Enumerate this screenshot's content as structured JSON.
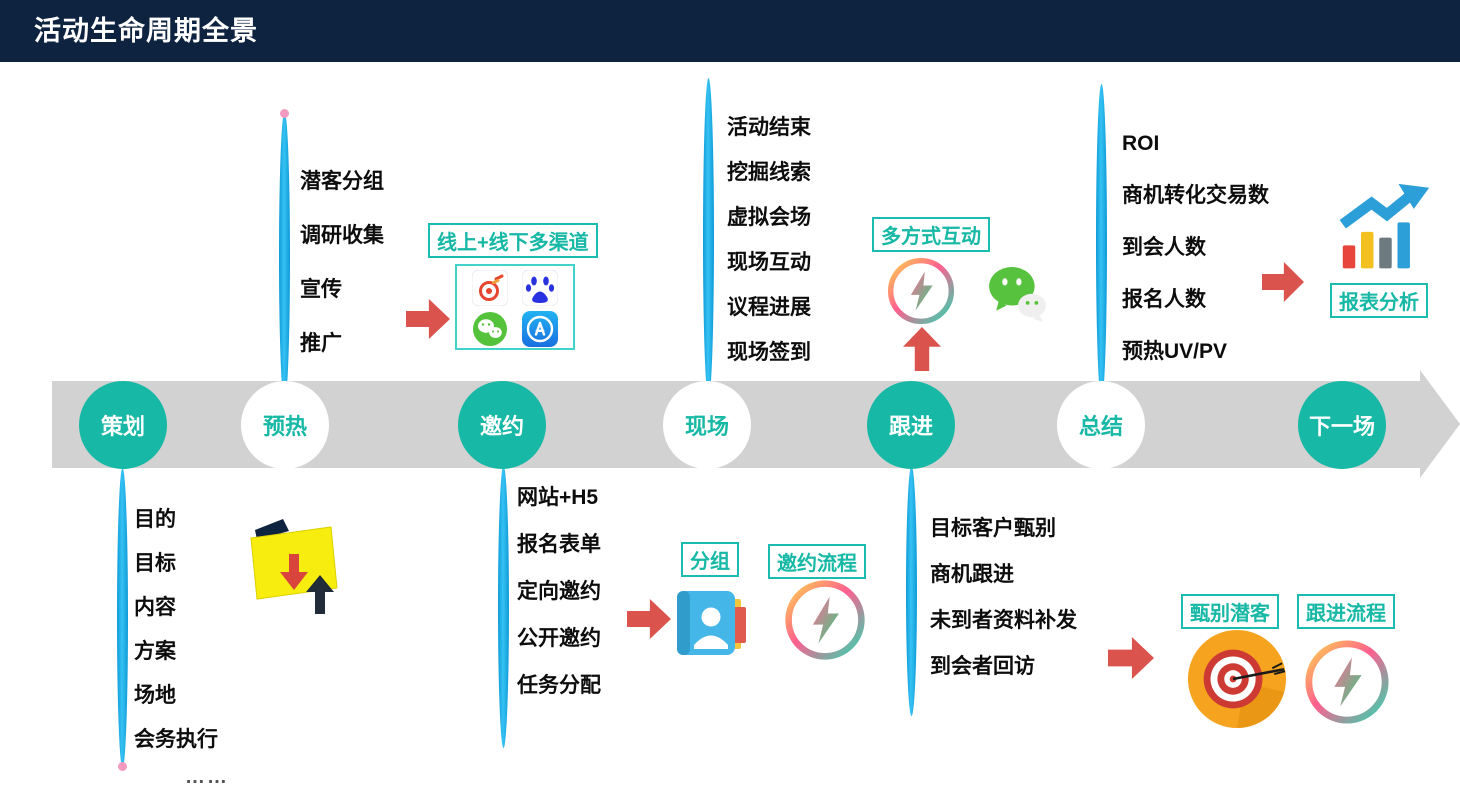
{
  "header": {
    "title": "活动生命周期全景"
  },
  "timeline": {
    "stages": [
      {
        "label": "策划"
      },
      {
        "label": "预热"
      },
      {
        "label": "邀约"
      },
      {
        "label": "现场"
      },
      {
        "label": "跟进"
      },
      {
        "label": "总结"
      },
      {
        "label": "下一场"
      }
    ]
  },
  "lists": {
    "warmup": {
      "items": [
        "潜客分组",
        "调研收集",
        "宣传",
        "推广"
      ]
    },
    "onsite": {
      "items": [
        "活动结束",
        "挖掘线索",
        "虚拟会场",
        "现场互动",
        "议程进展",
        "现场签到"
      ]
    },
    "summary": {
      "items": [
        "ROI",
        "商机转化交易数",
        "到会人数",
        "报名人数",
        "预热UV/PV"
      ]
    },
    "planning": {
      "items": [
        "目的",
        "目标",
        "内容",
        "方案",
        "场地",
        "会务执行"
      ],
      "ellipsis": "……"
    },
    "invite": {
      "items": [
        "网站+H5",
        "报名表单",
        "定向邀约",
        "公开邀约",
        "任务分配"
      ]
    },
    "follow": {
      "items": [
        "目标客户甄别",
        "商机跟进",
        "未到者资料补发",
        "到会者回访"
      ]
    }
  },
  "tags": {
    "multichannel": "线上+线下多渠道",
    "interaction": "多方式互动",
    "report": "报表分析",
    "group": "分组",
    "invite_flow": "邀约流程",
    "screen_prospects": "甄别潜客",
    "follow_flow": "跟进流程"
  },
  "icons": {
    "weibo": "weibo-app-icon",
    "baidu": "baidu-app-icon",
    "wechat_small": "wechat-app-icon",
    "appstore": "appstore-app-icon",
    "wechat_big": "wechat-icon",
    "lightning_ring": "lightning-ring-icon",
    "bar_chart_trend": "bar-chart-trend-icon",
    "folder_transfer": "folder-transfer-icon",
    "contacts_book": "contacts-book-icon",
    "target_dart": "target-dart-icon"
  },
  "colors": {
    "navy": "#0e2340",
    "teal": "#17b8a5",
    "blue_line": "#14a7e6",
    "red_arrow": "#da544d",
    "band_gray": "#d2d2d2"
  }
}
